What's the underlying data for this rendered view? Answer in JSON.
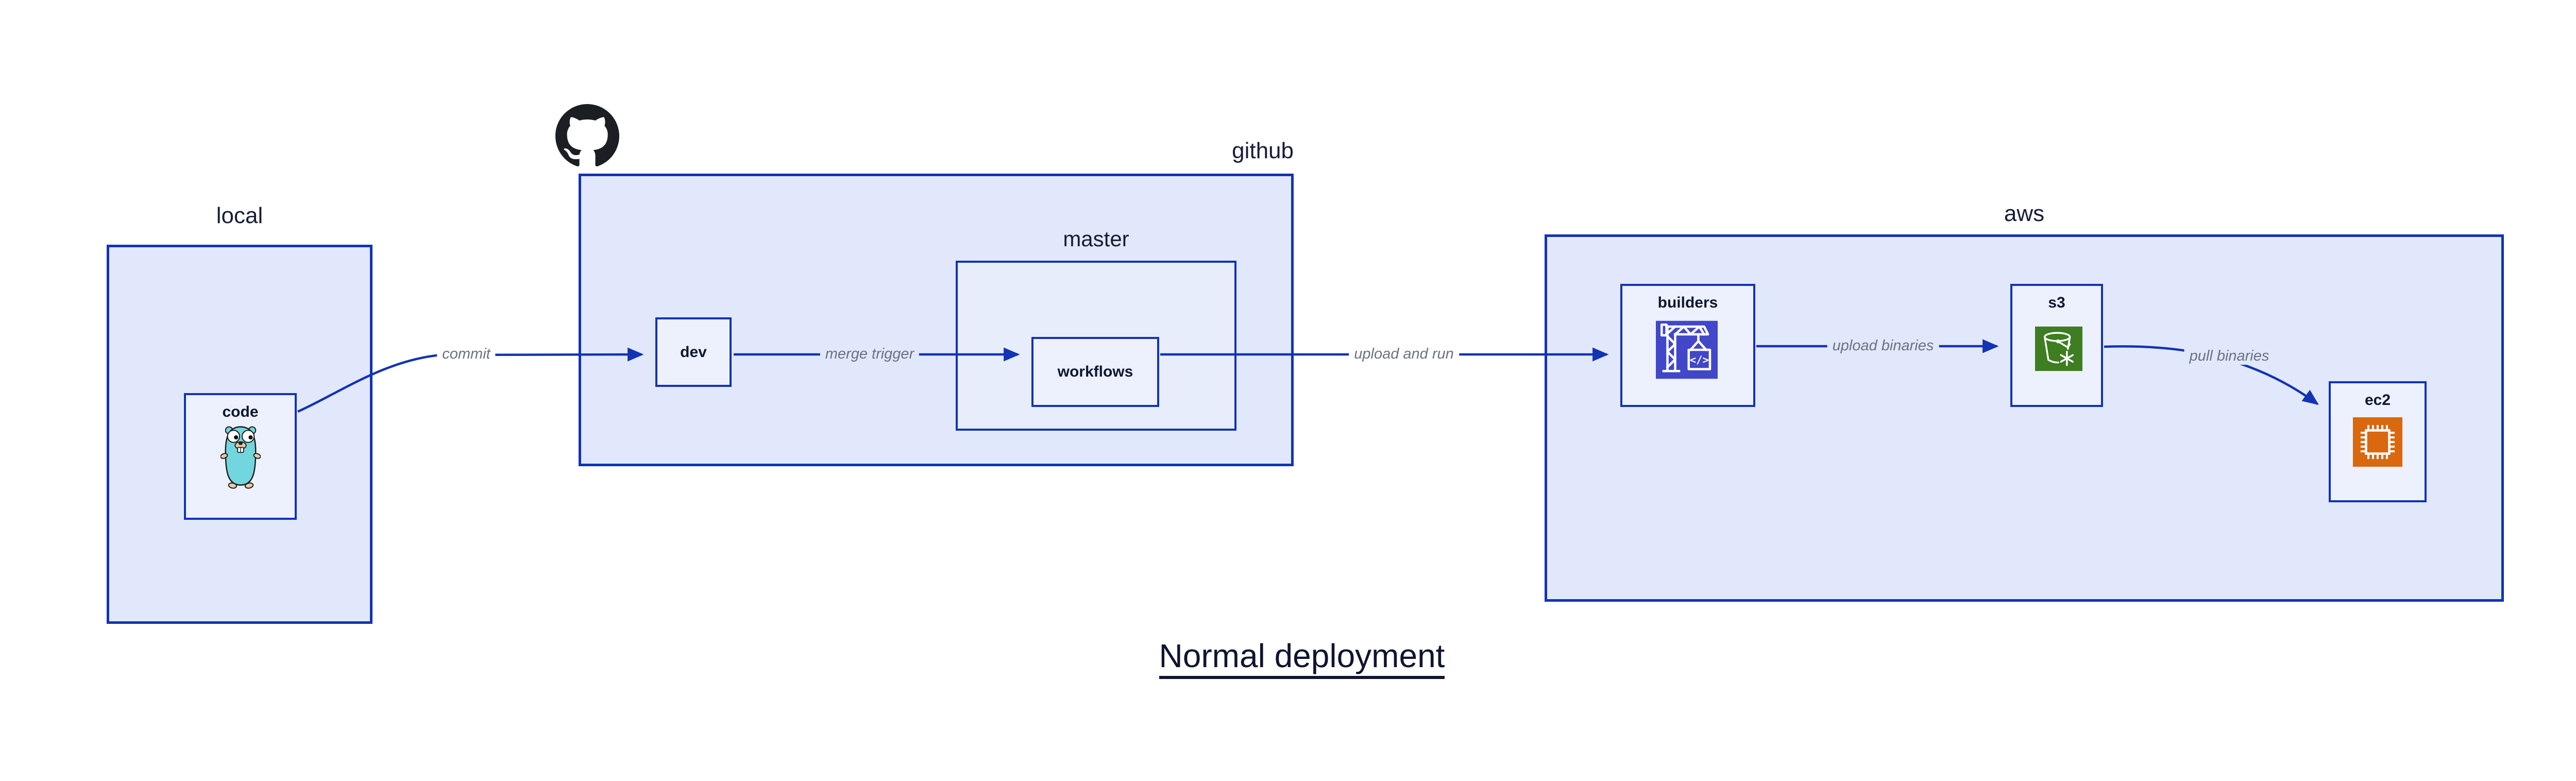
{
  "diagram": {
    "title": "Normal deployment",
    "groups": {
      "local": {
        "label": "local",
        "code": {
          "label": "code",
          "icon": "go-gopher-icon"
        }
      },
      "github": {
        "label": "github",
        "logo_icon": "github-octocat-icon",
        "dev": {
          "label": "dev"
        },
        "master": {
          "label": "master",
          "workflows": {
            "label": "workflows"
          }
        }
      },
      "aws": {
        "label": "aws",
        "builders": {
          "label": "builders",
          "icon": "codebuild-crane-icon"
        },
        "s3": {
          "label": "s3",
          "icon": "s3-bucket-icon"
        },
        "ec2": {
          "label": "ec2",
          "icon": "ec2-chip-icon"
        }
      }
    },
    "edges": [
      {
        "from": "code",
        "to": "dev",
        "label": "commit"
      },
      {
        "from": "dev",
        "to": "workflows",
        "label": "merge trigger"
      },
      {
        "from": "workflows",
        "to": "builders",
        "label": "upload and run"
      },
      {
        "from": "builders",
        "to": "s3",
        "label": "upload binaries"
      },
      {
        "from": "s3",
        "to": "ec2",
        "label": "pull binaries"
      }
    ],
    "colors": {
      "container_fill": "#e2e8fb",
      "sub_container_fill": "#e8edfc",
      "node_fill": "#edf1fd",
      "stroke_blue": "#1233b4",
      "label_navy": "#161d36",
      "edge_label_gray": "#6b7280",
      "codebuild_indigo": "#4147c8",
      "s3_green": "#3e7d22",
      "ec2_orange": "#d9680f",
      "gopher_teal": "#72d6de",
      "octocat_black": "#1b1f23"
    }
  }
}
